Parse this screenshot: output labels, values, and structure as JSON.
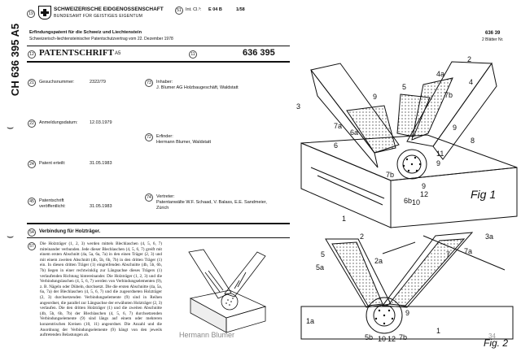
{
  "side_title": "CH 636 395 A5",
  "header": {
    "country_de": "SCHWEIZERISCHE EIDGENOSSENSCHAFT",
    "office": "BUNDESAMT FÜR GEISTIGES EIGENTUM",
    "int_cl_label": "Int. Cl.³:",
    "int_cl_value": "E 04 B",
    "int_cl_value2": "1/58",
    "code_19": "19",
    "code_51": "51",
    "code_12": "12",
    "code_11": "11"
  },
  "patent": {
    "subtitle": "Erfindungspatent für die Schweiz und Liechtenstein",
    "treaty": "Schweizerisch-liechtensteinischer Patentschutzvertrag vom 22. Dezember 1978",
    "kind": "PATENTSCHRIFT",
    "kind_suffix": "A5",
    "number": "636 395",
    "right_number": "636 39",
    "sheets": "2 Blätter  Nr."
  },
  "fields": [
    {
      "code": "21",
      "label": "Gesuchsnummer:",
      "value": "2322/79"
    },
    {
      "code": "22",
      "label": "Anmeldungsdatum:",
      "value": "12.03.1979"
    },
    {
      "code": "24",
      "label": "Patent erteilt:",
      "value": "31.05.1983"
    },
    {
      "code": "45",
      "label": "Patentschrift\nveröffentlicht:",
      "value": "31.05.1983"
    }
  ],
  "right_fields": [
    {
      "code": "73",
      "label": "Inhaber:",
      "value": "J. Blumer AG Holzbaugeschäft, Waldstatt"
    },
    {
      "code": "72",
      "label": "Erfinder:",
      "value": "Hermann Blumer, Waldstatt"
    },
    {
      "code": "74",
      "label": "Vertreter:",
      "value": "Patentanwälte W.F. Schaad, V. Balass, E.E. Sandmeier, Zürich"
    }
  ],
  "title_code": "54",
  "title": "Verbindung für Holzträger.",
  "abstract_code": "57",
  "abstract": "Die Holzträger (1, 2, 3) werden mittels Blechlaschen (4, 5, 6, 7) miteinander verbunden. Jede dieser Blechlaschen (4, 5, 6, 7) greift mit einem ersten Abschnitt (4a, 5a, 6a, 7a) in den einen Träger (2, 3) und mit einem zweiten Abschnitt (4b, 5b, 6b, 7b) in den dritten Träger (1) ein. In diesen dritten Träger (1) eingreifenden Abschnitte (4b, 5b, 6b, 7b) liegen in einer rechtwinklig zur Längsachse dieses Trägers (1) verlaufenden Richtung hintereinander. Die Holzträger (1, 2, 3) und die Verbindungslaschen (4, 5, 6, 7) werden von Verbindungselementen (9), z. B. Nägeln oder Dübeln, durchsetzt. Die die ersten Abschnitte (4a, 5a, 6a, 7a) der Blechlaschen (4, 5, 6, 7) und die zugeordneten Holzträger (2, 3) durchsetzenden Verbindungselemente (9) sind in Reihen angeordnet, die parallel zur Längsachse der erwähnten Holzträger (2, 3) verlaufen. Die den dritten Holzträger (1) und die zweiten Abschnitte (4b, 5b, 6b, 7b) der Blechlaschen (4, 5, 6, 7) durchsetzenden Verbindungselemente (9) sind längs auf einem oder mehreren konzentrischen Kreisen (10, 11) angeordnet. Die Anzahl und die Anordnung der Verbindungselemente (9) hängt von den jeweils auftretenden Belastungen ab.",
  "fig1_label": "Fig 1",
  "fig2_label": "Fig. 2",
  "fig1_numbers": [
    "2",
    "4a",
    "5",
    "4",
    "7b",
    "3",
    "9",
    "6a",
    "7a",
    "6",
    "8",
    "9",
    "11",
    "9",
    "12",
    "10",
    "6b",
    "7b",
    "1",
    "9"
  ],
  "fig2_numbers": [
    "2",
    "3a",
    "5",
    "5a",
    "2a",
    "7",
    "7a",
    "1a",
    "5b",
    "10",
    "12",
    "7b",
    "1",
    "9"
  ],
  "watermark": "Hermann Blumer",
  "page_number": "34"
}
